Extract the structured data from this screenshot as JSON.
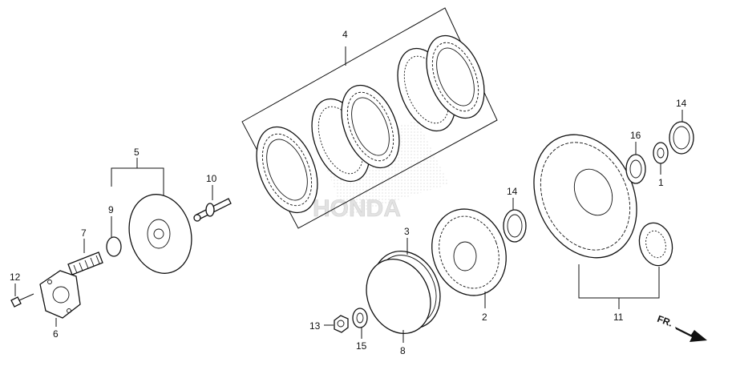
{
  "callouts": {
    "c1": "1",
    "c2": "2",
    "c3": "3",
    "c4": "4",
    "c5": "5",
    "c6": "6",
    "c7": "7",
    "c8": "8",
    "c9": "9",
    "c10": "10",
    "c11": "11",
    "c12": "12",
    "c13": "13",
    "c14a": "14",
    "c14b": "14",
    "c15": "15",
    "c16": "16"
  },
  "watermark": "HONDA",
  "direction_label": "FR.",
  "colors": {
    "line": "#111111",
    "watermark": "#d9d9d9",
    "background": "#ffffff"
  }
}
